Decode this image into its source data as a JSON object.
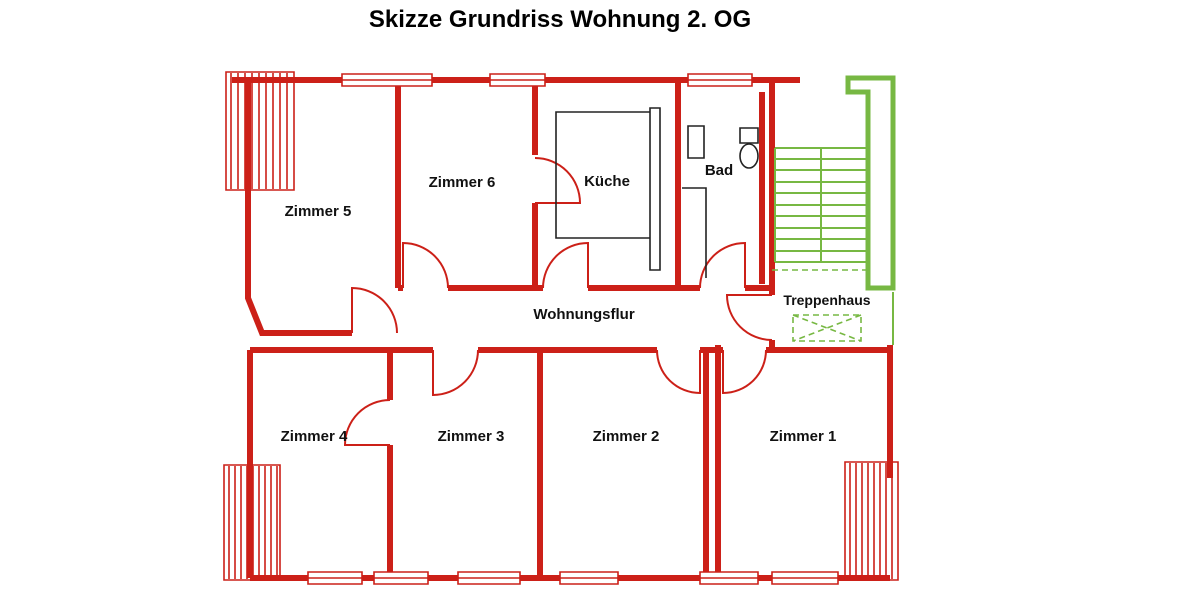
{
  "title": "Skizze Grundriss Wohnung 2. OG",
  "colors": {
    "wall": "#cc2018",
    "staircase": "#77b843",
    "fixture": "#222222"
  },
  "rooms": {
    "zimmer5": {
      "label": "Zimmer 5"
    },
    "zimmer6": {
      "label": "Zimmer 6"
    },
    "kueche": {
      "label": "Küche"
    },
    "bad": {
      "label": "Bad"
    },
    "wohnungsflur": {
      "label": "Wohnungsflur"
    },
    "treppenhaus": {
      "label": "Treppenhaus"
    },
    "zimmer4": {
      "label": "Zimmer 4"
    },
    "zimmer3": {
      "label": "Zimmer 3"
    },
    "zimmer2": {
      "label": "Zimmer 2"
    },
    "zimmer1": {
      "label": "Zimmer 1"
    }
  }
}
